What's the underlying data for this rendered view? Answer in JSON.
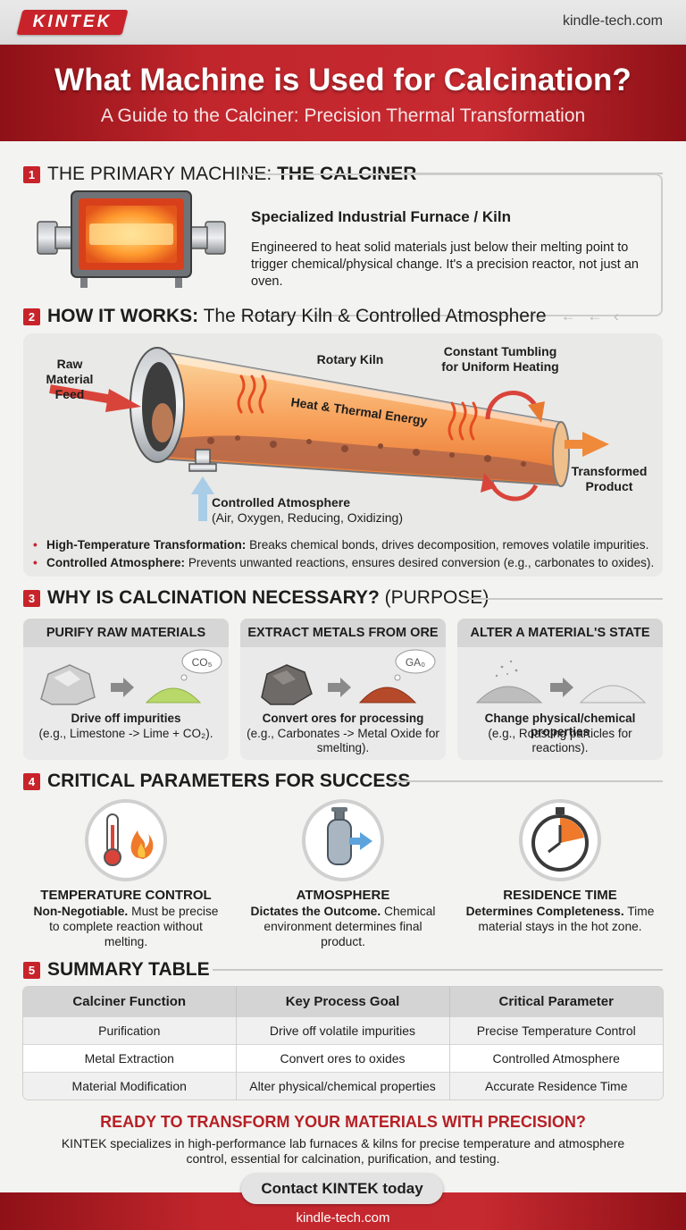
{
  "brand": {
    "logo": "KINTEK",
    "site": "kindle-tech.com"
  },
  "header": {
    "title": "What Machine is Used for Calcination?",
    "subtitle": "A Guide to the Calciner: Precision Thermal Transformation"
  },
  "s1": {
    "num": "1",
    "title_plain": "THE PRIMARY MACHINE: ",
    "title_bold": "THE CALCINER",
    "sub": "Specialized Industrial Furnace / Kiln",
    "desc": "Engineered to heat solid materials just below their melting point to trigger chemical/physical change. It's a precision reactor, not just an oven."
  },
  "s2": {
    "num": "2",
    "title_bold": "HOW IT WORKS:",
    "title_plain": " The Rotary Kiln & Controlled Atmosphere",
    "labels": {
      "feed": "Raw Material Feed",
      "kiln": "Rotary Kiln",
      "tumble": "Constant Tumbling for Uniform Heating",
      "heat": "Heat & Thermal Energy",
      "product": "Transformed Product",
      "atmo": "Controlled Atmosphere",
      "atmo_sub": "(Air, Oxygen, Reducing, Oxidizing)"
    },
    "bullets": [
      {
        "b": "High-Temperature Transformation:",
        "t": " Breaks chemical bonds, drives decomposition, removes volatile impurities."
      },
      {
        "b": "Controlled Atmosphere:",
        "t": " Prevents unwanted reactions, ensures desired conversion (e.g., carbonates to oxides)."
      }
    ]
  },
  "s3": {
    "num": "3",
    "title_bold": "WHY IS CALCINATION NECESSARY?",
    "title_plain": " (PURPOSE)",
    "cards": [
      {
        "head": "PURIFY RAW MATERIALS",
        "bubble": "CO₅",
        "t1": "Drive off impurities",
        "t2": "(e.g., Limestone -> Lime + CO₂)."
      },
      {
        "head": "EXTRACT METALS FROM ORE",
        "bubble": "GA₀",
        "t1": "Convert ores for processing",
        "t2": "(e.g., Carbonates -> Metal Oxide for smelting)."
      },
      {
        "head": "ALTER A MATERIAL'S STATE",
        "t1": "Change physical/chemical properties",
        "t2": "(e.g., Roasting particles for reactions)."
      }
    ]
  },
  "s4": {
    "num": "4",
    "title_bold": "CRITICAL PARAMETERS FOR SUCCESS",
    "params": [
      {
        "title": "TEMPERATURE CONTROL",
        "bold": "Non-Negotiable.",
        "desc": " Must be precise to complete reaction without melting."
      },
      {
        "title": "ATMOSPHERE",
        "bold": "Dictates the Outcome.",
        "desc": " Chemical environment determines final product."
      },
      {
        "title": "RESIDENCE TIME",
        "bold": "Determines Completeness.",
        "desc": " Time material stays in the hot zone."
      }
    ]
  },
  "s5": {
    "num": "5",
    "title_bold": "SUMMARY TABLE",
    "headers": [
      "Calciner Function",
      "Key Process Goal",
      "Critical Parameter"
    ],
    "rows": [
      [
        "Purification",
        "Drive off volatile impurities",
        "Precise Temperature Control"
      ],
      [
        "Metal Extraction",
        "Convert ores to oxides",
        "Controlled Atmosphere"
      ],
      [
        "Material Modification",
        "Alter physical/chemical properties",
        "Accurate Residence Time"
      ]
    ]
  },
  "cta": {
    "title": "READY TO TRANSFORM YOUR MATERIALS WITH PRECISION?",
    "desc": "KINTEK specializes in high-performance lab furnaces & kilns for precise temperature and atmosphere control, essential for calcination, purification, and testing.",
    "button": "Contact KINTEK today"
  }
}
